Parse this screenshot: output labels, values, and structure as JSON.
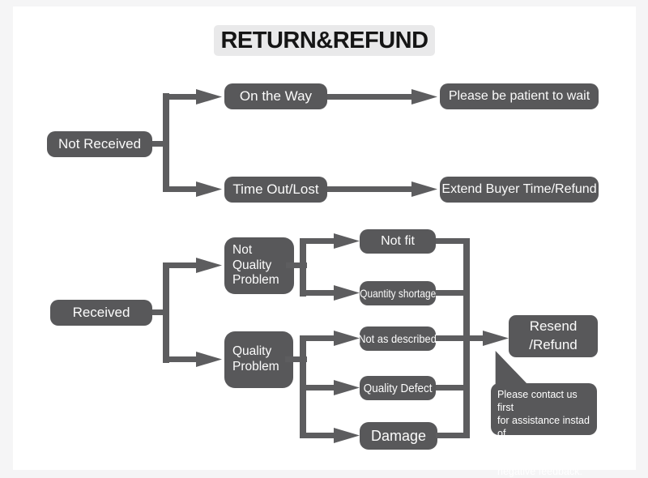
{
  "title": "RETURN&REFUND",
  "colors": {
    "frame_bg": "#f5f5f6",
    "canvas_bg": "#ffffff",
    "title_bg": "#e9e9ea",
    "title_text": "#151515",
    "node_fill": "#58585a",
    "node_text": "#fbfbfb",
    "line_color": "#5d5d5f"
  },
  "nodes": {
    "not_received": "Not Received",
    "on_the_way": "On the Way",
    "please_wait": "Please be patient to wait",
    "time_out_lost": "Time Out/Lost",
    "extend_buyer_time_refund": "Extend Buyer Time/Refund",
    "received": "Received",
    "not_quality_problem": "Not\nQuality\nProblem",
    "quality_problem": "Quality\nProblem",
    "not_fit": "Not fit",
    "quantity_shortage": "Quantity shortage",
    "not_as_described": "Not as described",
    "quality_defect": "Quality Defect",
    "damage": "Damage",
    "resend_refund": "Resend\n/Refund",
    "note": "Please contact us first\nfor assistance instad of\nopen dispute or leave\nnegative feedback."
  }
}
